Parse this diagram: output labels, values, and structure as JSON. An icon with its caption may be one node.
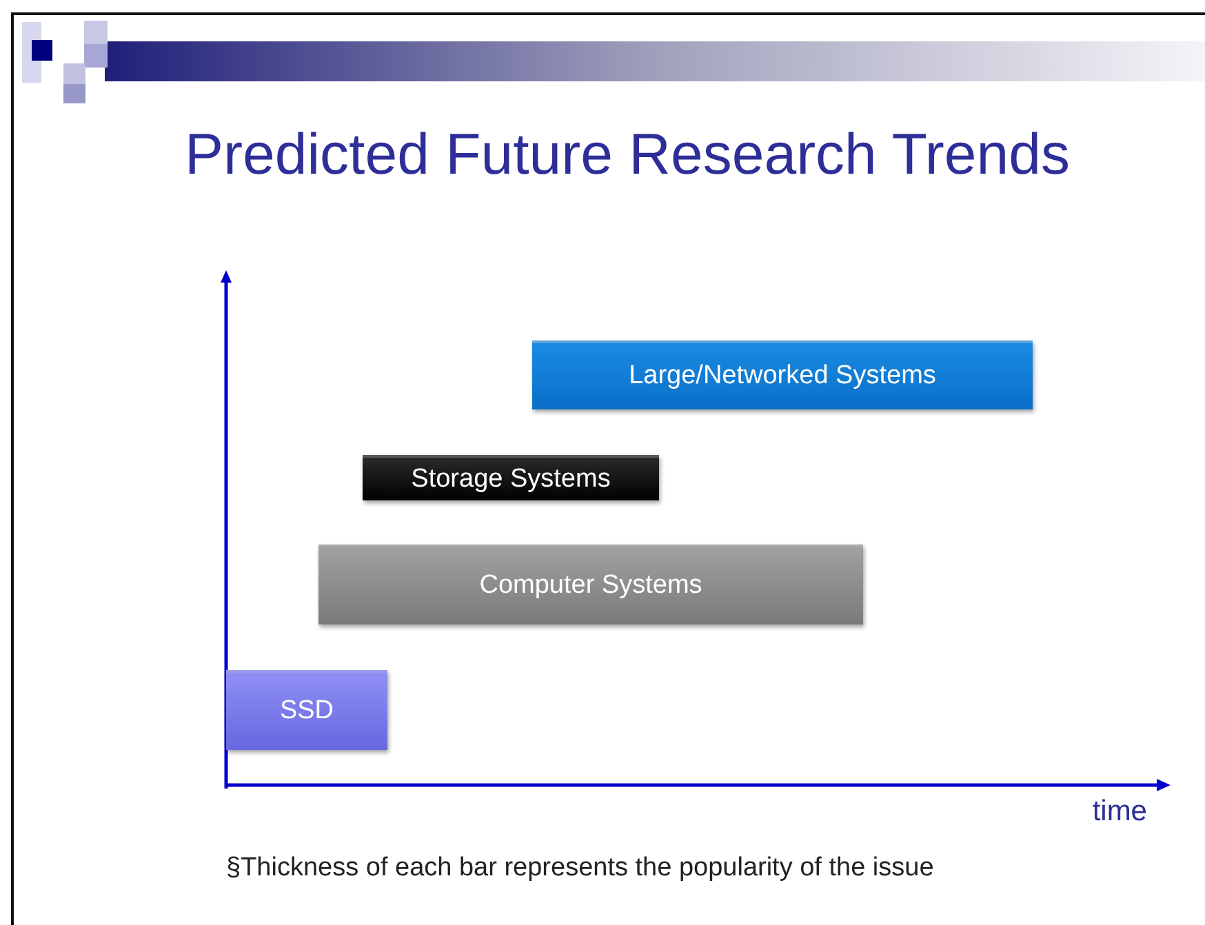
{
  "diagram": {
    "title": "Predicted Future Research Trends",
    "nodes": [
      {
        "text": [
          "Large/Networked Systems"
        ]
      },
      {
        "text": [
          "Storage Systems"
        ]
      },
      {
        "text": [
          "Computer Systems"
        ]
      },
      {
        "text": [
          "SSD"
        ]
      }
    ],
    "labels": [
      "time",
      "§Thickness of each bar represents the popularity of the issue"
    ]
  }
}
